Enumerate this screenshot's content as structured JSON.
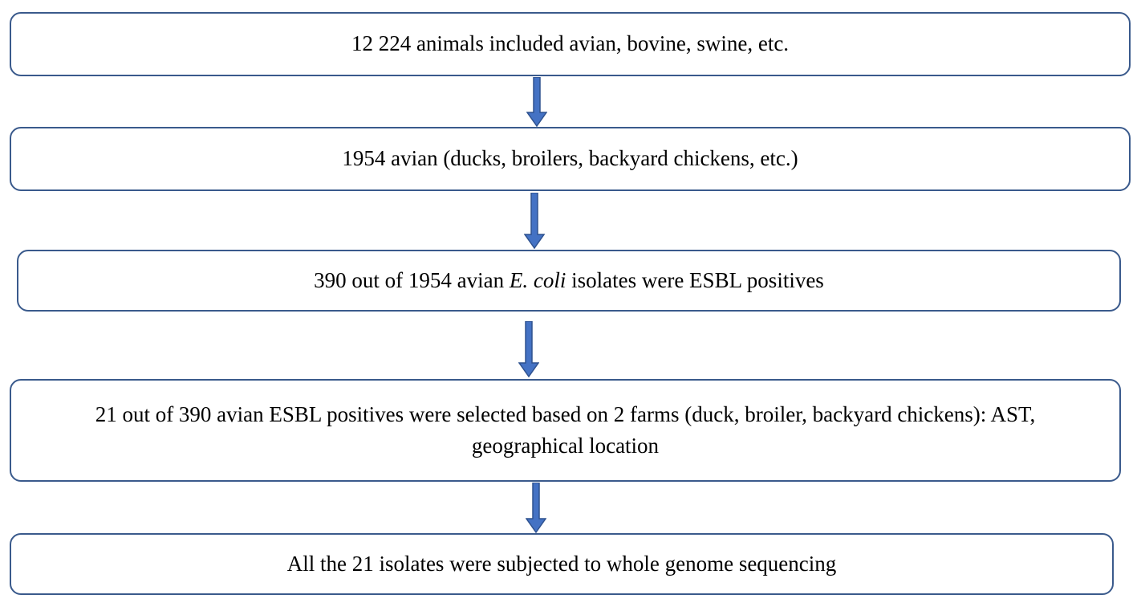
{
  "flowchart": {
    "steps": [
      {
        "text": "12 224 animals included avian, bovine, swine, etc."
      },
      {
        "text": "1954 avian (ducks, broilers, backyard chickens, etc.)"
      },
      {
        "text_before": "390 out of 1954 avian ",
        "text_italic": "E. coli",
        "text_after": " isolates were ESBL positives"
      },
      {
        "text_line1": "21 out of 390 avian ESBL positives were selected based on 2 farms (duck, broiler, backyard chickens): AST,",
        "text_line2": "geographical location"
      },
      {
        "text": "All the 21 isolates were subjected to whole genome sequencing"
      }
    ],
    "colors": {
      "box_border": "#3a5a8c",
      "arrow_fill": "#4472c4",
      "arrow_stroke": "#2f528f"
    }
  }
}
